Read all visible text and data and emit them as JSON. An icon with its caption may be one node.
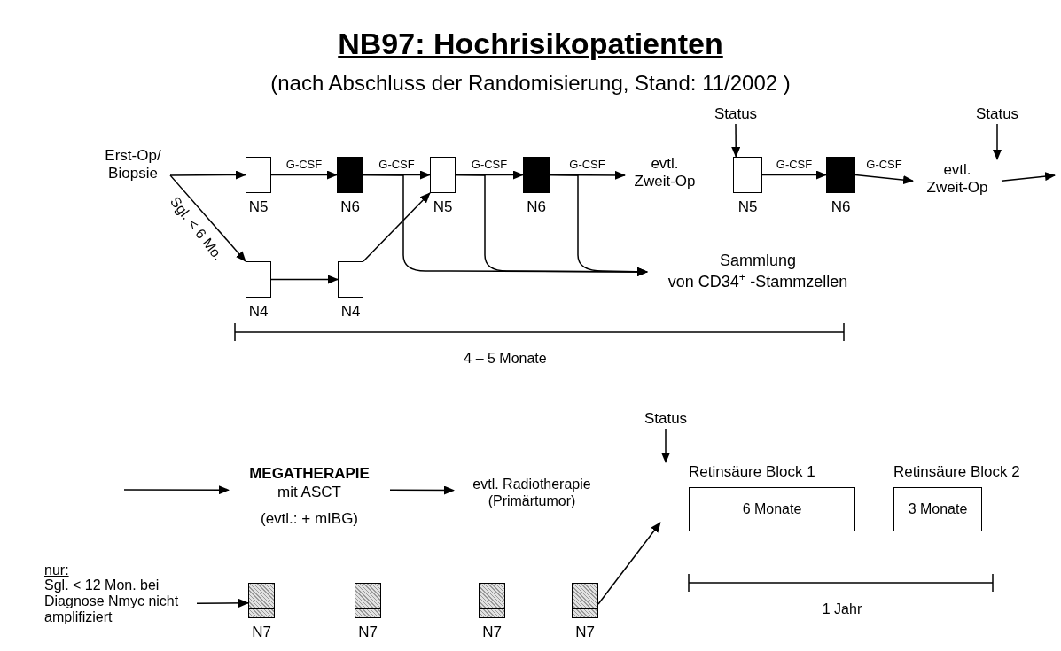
{
  "diagram": {
    "title": "NB97: Hochrisikopatienten",
    "caption": "(nach Abschluss der Randomisierung, Stand: 11/2002 )",
    "nodes": [
      {
        "text": [
          "Erst-Op/ Biopsie"
        ]
      },
      {
        "text": [],
        "shape": "box",
        "beside": [
          "N5"
        ]
      },
      {
        "text": [],
        "shape": "filled-box",
        "beside": [
          "N6"
        ]
      },
      {
        "text": [],
        "shape": "box",
        "beside": [
          "N5"
        ]
      },
      {
        "text": [],
        "shape": "filled-box",
        "beside": [
          "N6"
        ]
      },
      {
        "text": [
          "evtl. Zweit-Op"
        ]
      },
      {
        "text": [],
        "shape": "box",
        "beside": [
          "N5"
        ]
      },
      {
        "text": [],
        "shape": "filled-box",
        "beside": [
          "N6"
        ]
      },
      {
        "text": [
          "evtl. Zweit-Op"
        ]
      },
      {
        "text": [
          "Status"
        ]
      },
      {
        "text": [
          "Status"
        ]
      },
      {
        "text": [],
        "shape": "box",
        "beside": [
          "N4"
        ]
      },
      {
        "text": [],
        "shape": "box",
        "beside": [
          "N4"
        ]
      },
      {
        "text": [
          "Sammlung",
          "von CD34$^{+}$ -Stammzellen"
        ]
      },
      {
        "text": [
          "MEGATHERAPIE",
          "mit ASCT",
          "(evtl.: + mIBG)"
        ]
      },
      {
        "text": [
          "evtl. Radiotherapie (Primärtumor)"
        ]
      },
      {
        "text": [
          "Status"
        ]
      },
      {
        "text": [
          "Retinsäure Block 1",
          "6 Monate"
        ]
      },
      {
        "text": [
          "Retinsäure Block 2",
          "3 Monate"
        ]
      },
      {
        "text": [
          "nur:",
          "Sgl. < 12 Mon. bei Diagnose Nmyc nicht amplifiziert"
        ]
      },
      {
        "text": [],
        "shape": "hatched-box",
        "beside": [
          "N7"
        ]
      },
      {
        "text": [],
        "shape": "hatched-box",
        "beside": [
          "N7"
        ]
      },
      {
        "text": [],
        "shape": "hatched-box",
        "beside": [
          "N7"
        ]
      },
      {
        "text": [],
        "shape": "hatched-box",
        "beside": [
          "N7"
        ]
      }
    ],
    "edges": [
      {
        "from": 0,
        "to": 1,
        "arrow": "to"
      },
      {
        "from": 0,
        "to": 11,
        "arrow": "to",
        "label": "Sgl. < 6 Mo."
      },
      {
        "from": 1,
        "to": 2,
        "arrow": "to",
        "label": "G-CSF"
      },
      {
        "from": 2,
        "to": 3,
        "arrow": "to",
        "label": "G-CSF"
      },
      {
        "from": 3,
        "to": 4,
        "arrow": "to",
        "label": "G-CSF"
      },
      {
        "from": 4,
        "to": 5,
        "arrow": "to",
        "label": "G-CSF"
      },
      {
        "from": 6,
        "to": 7,
        "arrow": "to",
        "label": "G-CSF"
      },
      {
        "from": 7,
        "to": 8,
        "arrow": "to",
        "label": "G-CSF"
      },
      {
        "from": 8,
        "to": null,
        "arrow": "to"
      },
      {
        "from": 9,
        "to": 6,
        "arrow": "to"
      },
      {
        "from": 10,
        "to": 8,
        "arrow": "to"
      },
      {
        "from": 11,
        "to": 12,
        "arrow": "to"
      },
      {
        "from": 12,
        "to": 3,
        "arrow": "to"
      },
      {
        "from": 2,
        "to": 13,
        "arrow": "to"
      },
      {
        "from": 3,
        "to": 13,
        "arrow": "to"
      },
      {
        "from": 4,
        "to": 13,
        "arrow": "to"
      },
      {
        "from": null,
        "to": 14,
        "arrow": "to"
      },
      {
        "from": 14,
        "to": 15,
        "arrow": "to"
      },
      {
        "from": 16,
        "to": 17,
        "arrow": "to"
      },
      {
        "from": 19,
        "to": 20,
        "arrow": "to"
      },
      {
        "from": 23,
        "to": null,
        "arrow": "to"
      }
    ],
    "labels": [
      "4 – 5 Monate",
      "1 Jahr"
    ]
  }
}
